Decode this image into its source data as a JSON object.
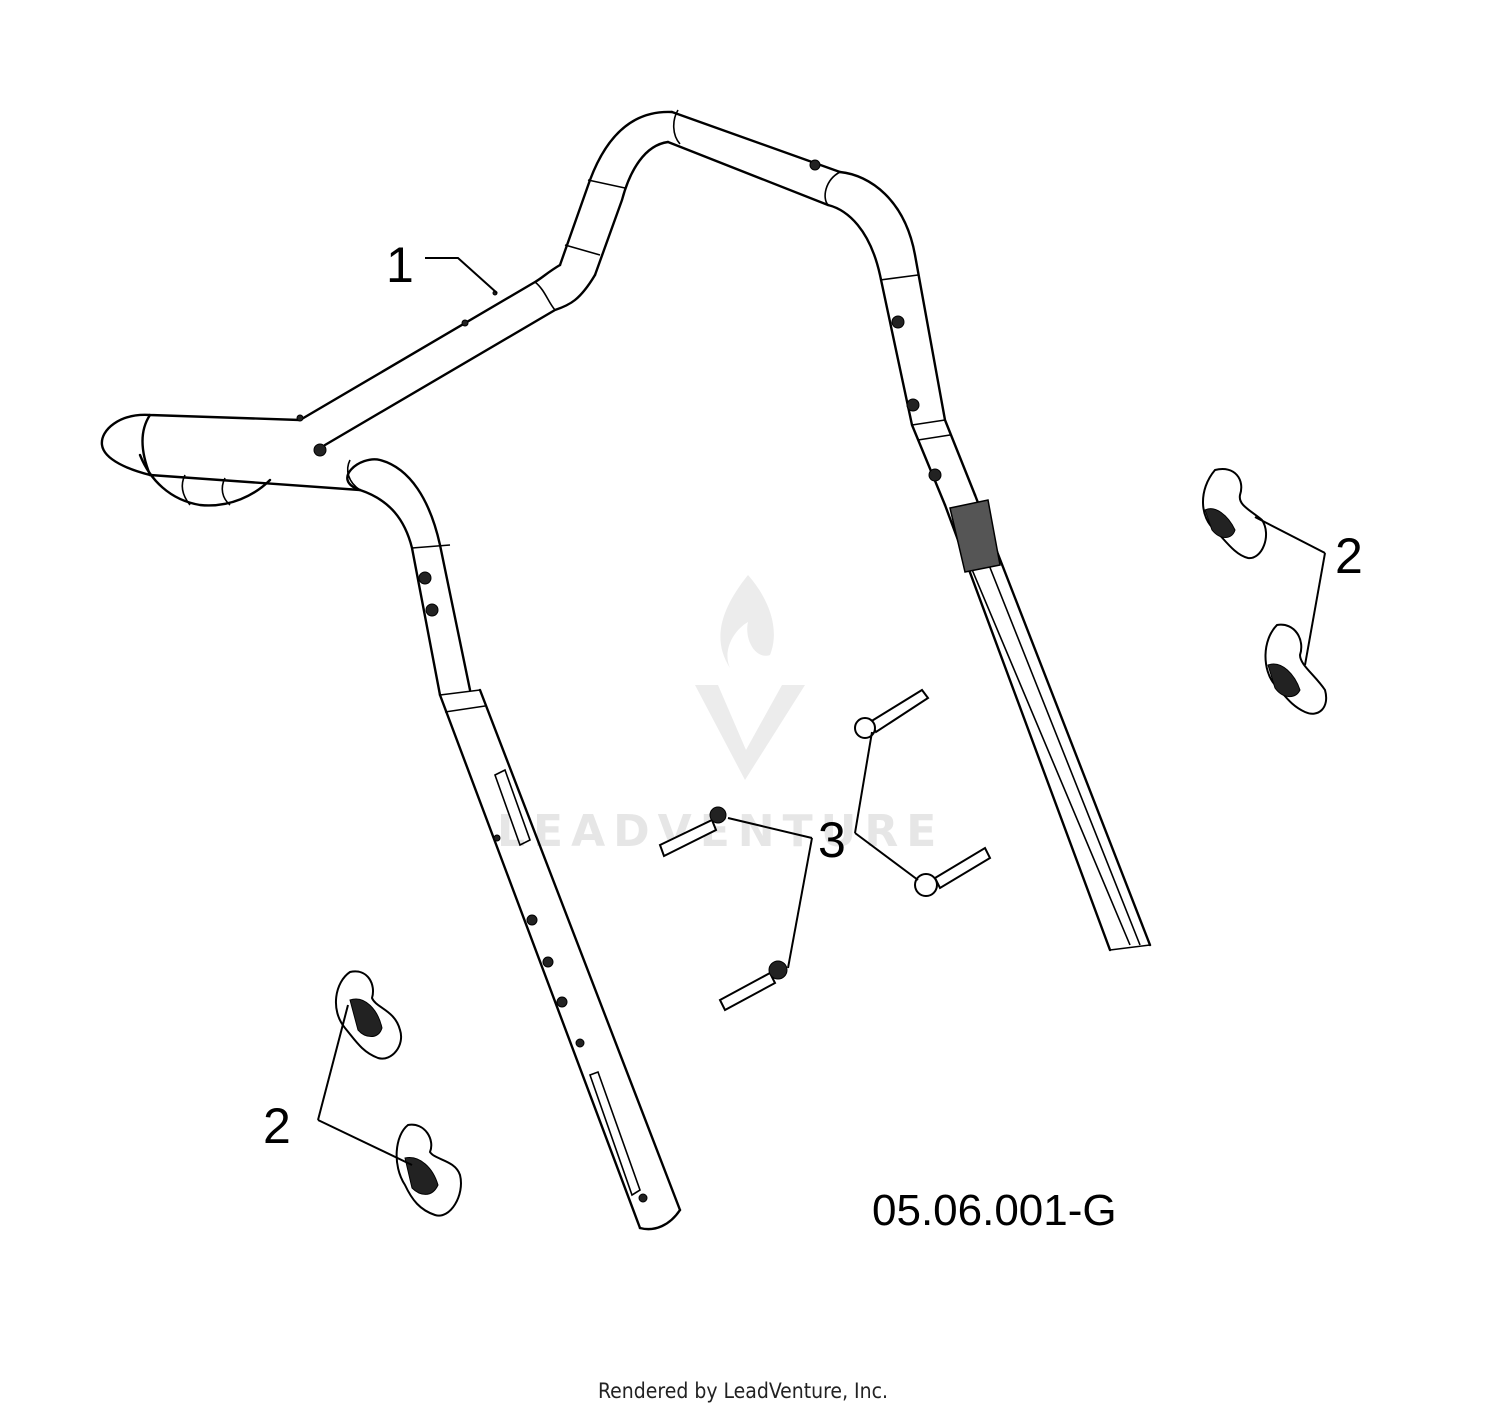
{
  "diagram": {
    "callouts": [
      {
        "id": "1",
        "text": "1"
      },
      {
        "id": "2a",
        "text": "2"
      },
      {
        "id": "2b",
        "text": "2"
      },
      {
        "id": "3",
        "text": "3"
      }
    ],
    "part_code": "05.06.001-G",
    "credit": "Rendered by LeadVenture, Inc.",
    "watermark": "LEADVENTURE"
  }
}
